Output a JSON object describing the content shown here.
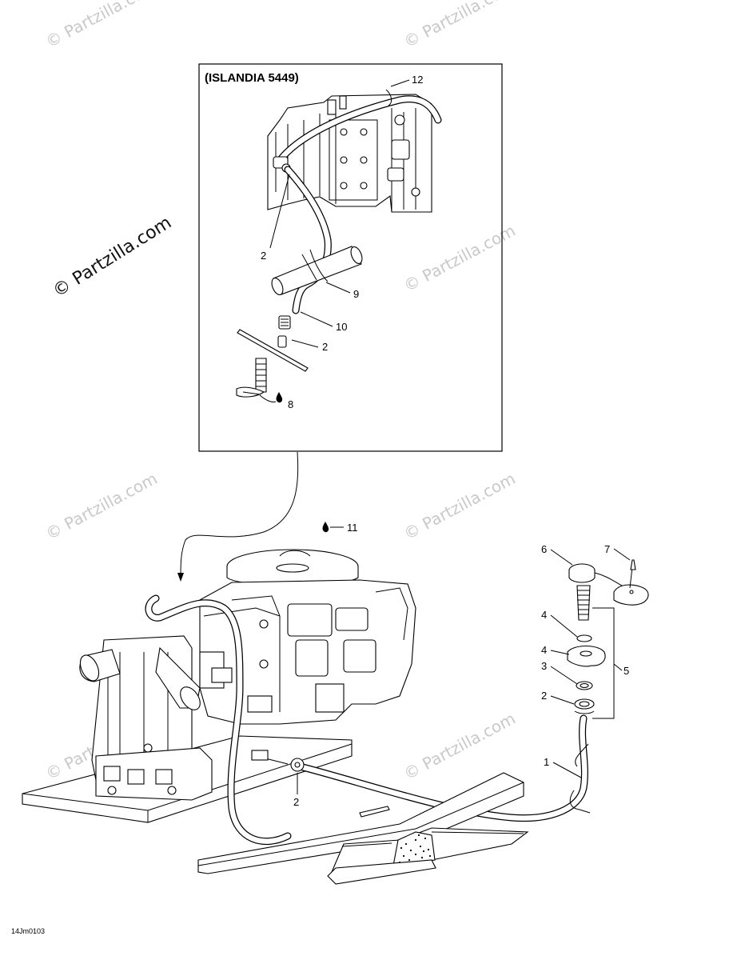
{
  "inset": {
    "title": "(ISLANDIA 5449)"
  },
  "callouts": {
    "c12": "12",
    "c2_inset_a": "2",
    "c9": "9",
    "c10": "10",
    "c2_inset_b": "2",
    "c8": "8",
    "c11": "11",
    "c6": "6",
    "c7": "7",
    "c4_a": "4",
    "c4_b": "4",
    "c3": "3",
    "c5": "5",
    "c2_right": "2",
    "c1": "1",
    "c2_bottom": "2"
  },
  "watermark": {
    "main": "© Partzilla.com",
    "tile": "© Partzilla.com"
  },
  "drawing_code": "14Jm0103"
}
